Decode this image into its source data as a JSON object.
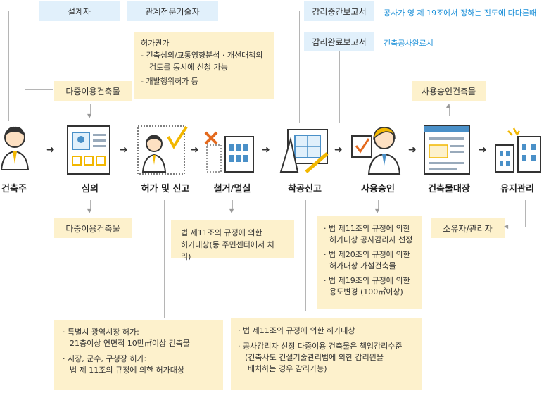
{
  "top": {
    "designer": "설계자",
    "engineer": "관계전문기술자",
    "interim_report": "감리중간보고서",
    "interim_note": "공사가 영 제 19조에서 정하는 진도에 다다른때",
    "final_report": "감리완료보고서",
    "final_note": "건축공사완료시"
  },
  "permit_box": {
    "title": "허가권가",
    "item1_line1": "- 건축심의/교통영향분석 · 개선대책의",
    "item1_line2": "검토를 동시에 신청 가능",
    "item2": "- 개발행위허가 등"
  },
  "multi_top": "다중이용건축물",
  "use_approval_bldg": "사용승인건축물",
  "stages": [
    "건축주",
    "심의",
    "허가 및 신고",
    "철거/멸실",
    "착공신고",
    "사용승인",
    "건축물대장",
    "유지관리"
  ],
  "multi_bottom": "다중이용건축물",
  "demolition_box": {
    "line1": "법 제11조의 규정에 의한",
    "line2": "허가대상(동 주민센터에서 처리)"
  },
  "approval_box": {
    "i1a": "· 법 제11조의 규정에 의한",
    "i1b": "허가대상 공사감리자 선정",
    "i2a": "· 법 제20조의 규정에 의한",
    "i2b": "허가대상 가설건축물",
    "i3a": "· 법 제19조의 규정에 의한",
    "i3b": "용도변경 (100㎡이상)"
  },
  "owner_box": "소유자/관리자",
  "bottom_left": {
    "i1a": "· 특별시 광역시장 허가:",
    "i1b": "21층이상 연면적 10만㎡이상 건축물",
    "i2a": "· 시장, 군수, 구청장 허가:",
    "i2b": "법 제 11조의 규정에 의한 허가대상"
  },
  "bottom_right": {
    "i1": "· 법 제11조의 규정에 의한 허가대상",
    "i2a": "· 공사감리자 선정 다중이용 건축물은 책임감리수준",
    "i2b": "(건축사도 건설기술관리법에 의한 감리원을",
    "i2c": "배치하는 경우 감리가능)"
  },
  "colors": {
    "blue_box": "#e1f0fb",
    "yellow_box": "#fdf1cc",
    "note_blue": "#1a8fd8",
    "icon_blue": "#4a90c8"
  }
}
